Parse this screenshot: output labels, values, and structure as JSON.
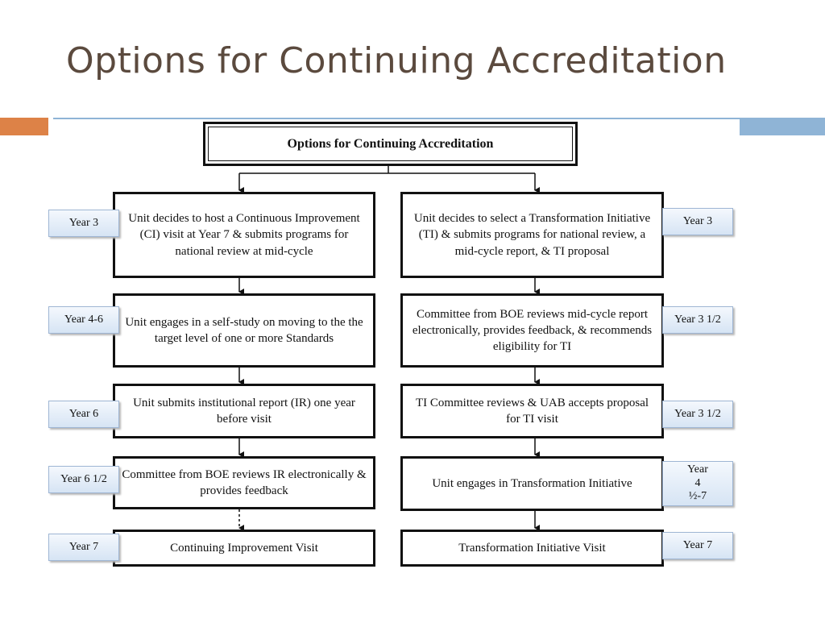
{
  "slide": {
    "title": "Options for Continuing Accreditation"
  },
  "diagram": {
    "header": "Options for Continuing Accreditation",
    "left": {
      "steps": [
        "Unit decides to host a Continuous Improvement (CI) visit at Year 7 & submits programs for national review at mid-cycle",
        "Unit engages in a self-study on moving to the the target level of one or more Standards",
        "Unit submits institutional report (IR) one year before visit",
        "Committee from BOE reviews IR electronically & provides feedback",
        "Continuing Improvement Visit"
      ],
      "years": [
        "Year 3",
        "Year 4-6",
        "Year 6",
        "Year 6 1/2",
        "Year 7"
      ]
    },
    "right": {
      "steps": [
        "Unit decides to select a Transformation Initiative (TI) & submits programs for national review, a mid-cycle report, & TI proposal",
        "Committee from BOE reviews mid-cycle report electronically, provides feedback, & recommends eligibility for TI",
        "TI Committee reviews & UAB accepts proposal for TI visit",
        "Unit engages in Transformation Initiative",
        "Transformation Initiative Visit"
      ],
      "years": [
        "Year 3",
        "Year 3 1/2",
        "Year 3 1/2",
        "Year 4 ½-7",
        "Year 7"
      ]
    }
  },
  "colors": {
    "title": "#5b4a3e",
    "accent_orange": "#dd8247",
    "accent_blue": "#8fb4d6",
    "year_tab_fill": "#d6e4f4"
  }
}
